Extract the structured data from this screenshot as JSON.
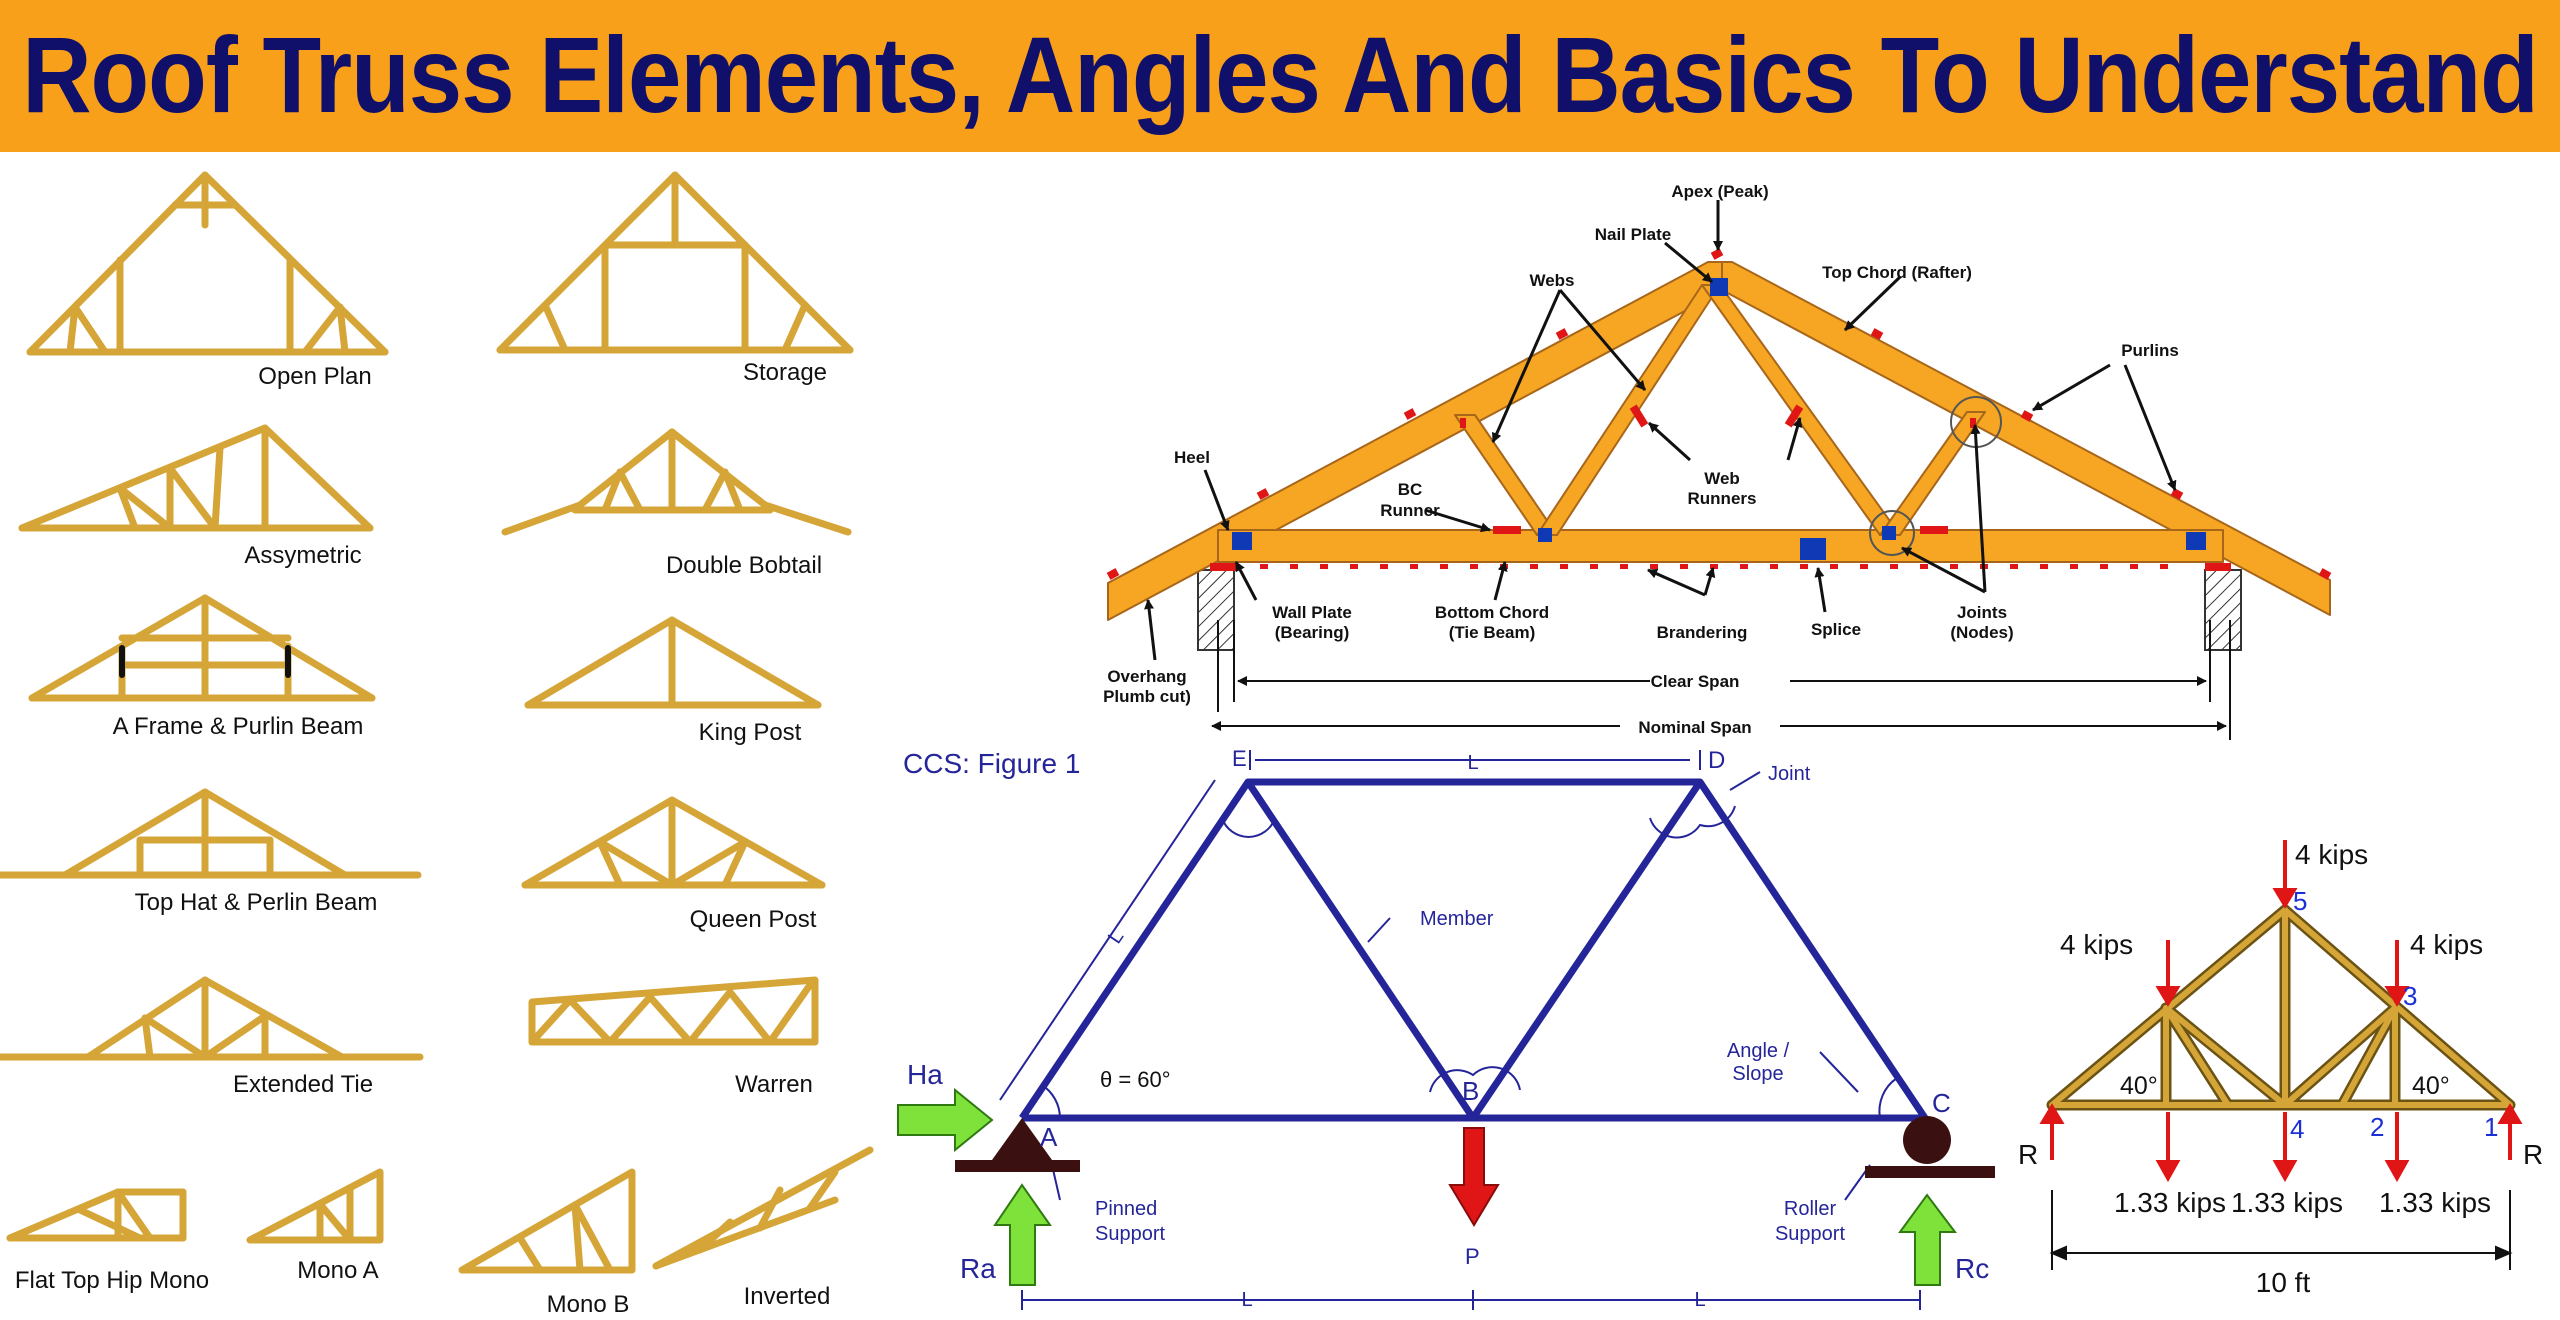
{
  "title": "Roof Truss Elements, Angles And Basics To Understand",
  "colors": {
    "banner": "#f9a01b",
    "title": "#10106b",
    "wood": "#d5a537",
    "woodFill": "#f6a623",
    "navy": "#25259a",
    "red": "#e01616",
    "green": "#7ee23b",
    "plate": "#1039b5"
  },
  "truss_types": {
    "open_plan": "Open Plan",
    "storage": "Storage",
    "assymetric": "Assymetric",
    "double_bobtail": "Double Bobtail",
    "a_frame": "A Frame & Purlin Beam",
    "king_post": "King Post",
    "top_hat": "Top Hat & Perlin Beam",
    "queen_post": "Queen Post",
    "extended_tie": "Extended Tie",
    "warren": "Warren",
    "flat_top_hip_mono": "Flat Top Hip Mono",
    "mono_a": "Mono A",
    "mono_b": "Mono B",
    "inverted": "Inverted"
  },
  "elements": {
    "apex": "Apex (Peak)",
    "nail_plate": "Nail Plate",
    "webs": "Webs",
    "top_chord": "Top Chord (Rafter)",
    "purlins": "Purlins",
    "heel": "Heel",
    "bc_runner_1": "BC",
    "bc_runner_2": "Runner",
    "web_runners_1": "Web",
    "web_runners_2": "Runners",
    "wall_plate_1": "Wall Plate",
    "wall_plate_2": "(Bearing)",
    "bottom_chord_1": "Bottom Chord",
    "bottom_chord_2": "(Tie Beam)",
    "brandering": "Brandering",
    "splice": "Splice",
    "joints_1": "Joints",
    "joints_2": "(Nodes)",
    "overhang_1": "Overhang",
    "overhang_2": "Plumb cut)",
    "clear_span": "Clear Span",
    "nominal_span": "Nominal Span"
  },
  "ccs": {
    "figure": "CCS: Figure 1",
    "node_e": "E",
    "node_d": "D",
    "node_a": "A",
    "node_b": "B",
    "node_c": "C",
    "joint": "Joint",
    "member": "Member",
    "angle_slope_1": "Angle /",
    "angle_slope_2": "Slope",
    "theta": "θ = 60°",
    "len_top": "L",
    "len_side": "L",
    "len_bottom_1": "L",
    "len_bottom_2": "L",
    "ha": "Ha",
    "ra": "Ra",
    "rc": "Rc",
    "p": "P",
    "pinned_1": "Pinned",
    "pinned_2": "Support",
    "roller_1": "Roller",
    "roller_2": "Support"
  },
  "kips": {
    "load_top": "4 kips",
    "load_left": "4 kips",
    "load_right": "4 kips",
    "node_5": "5",
    "node_3": "3",
    "node_4": "4",
    "node_2": "2",
    "node_1": "1",
    "angle_left": "40°",
    "angle_right": "40°",
    "r_left": "R",
    "r_right": "R",
    "down_1": "1.33 kips",
    "down_2": "1.33 kips",
    "down_3": "1.33 kips",
    "span": "10 ft"
  }
}
